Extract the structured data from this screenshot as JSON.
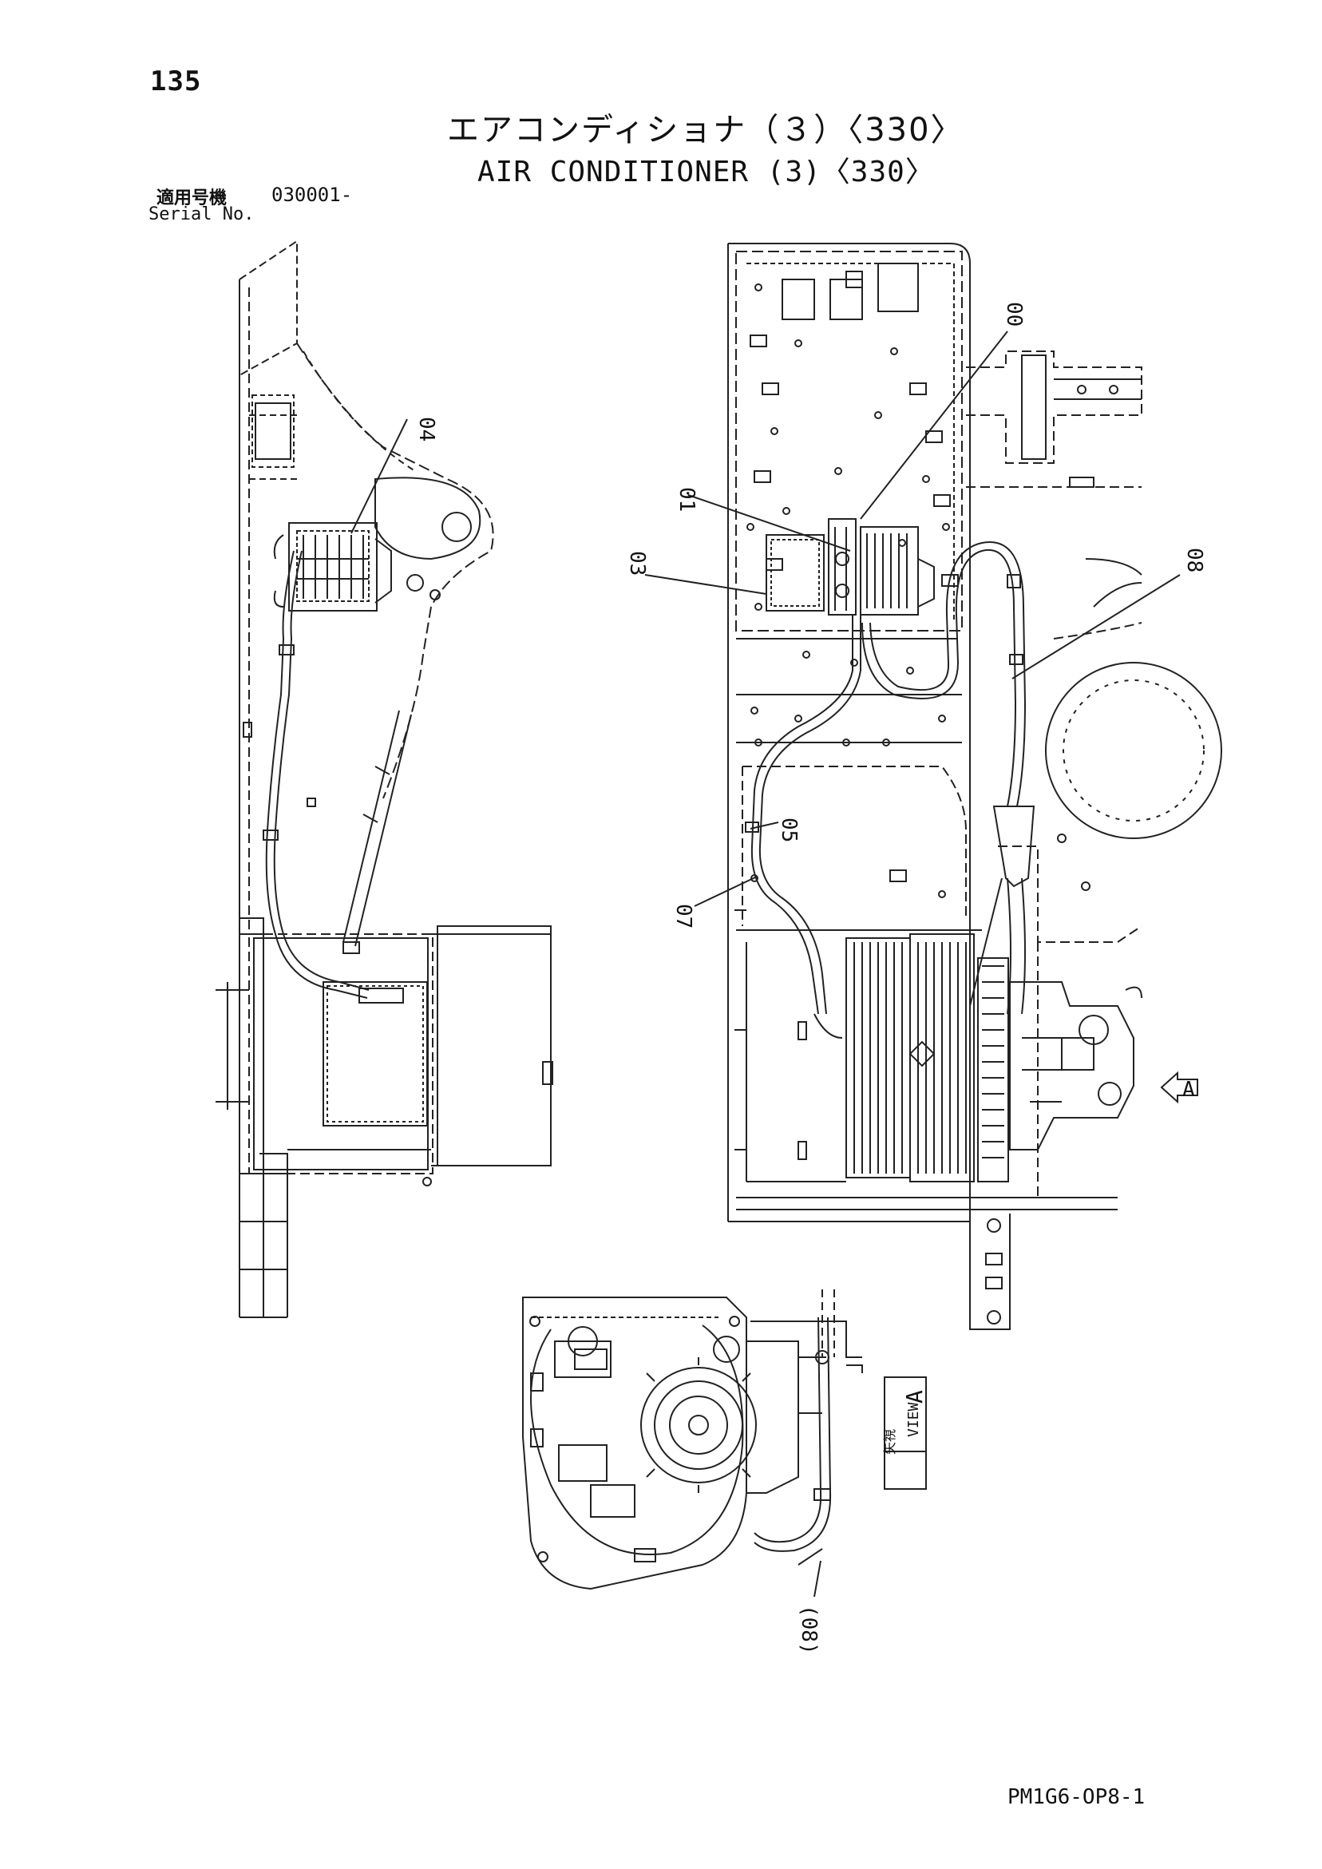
{
  "header": {
    "page_number": "135",
    "title_jp": "エアコンディショナ（３）〈330〉",
    "title_en": "AIR CONDITIONER (3)〈330〉",
    "serial_label_jp": "適用号機",
    "serial_value": "030001-",
    "serial_label_en": "Serial No."
  },
  "callouts": {
    "p00": "00",
    "p01": "01",
    "p03": "03",
    "p04": "04",
    "p05": "05",
    "p07": "07",
    "p08": "08",
    "p08_ref": "(08)"
  },
  "view_marker": {
    "letter": "A"
  },
  "view_label": {
    "jp": "矢視",
    "en": "VIEW",
    "letter": "A"
  },
  "footer": {
    "drawing_code": "PM1G6-OP8-1"
  }
}
